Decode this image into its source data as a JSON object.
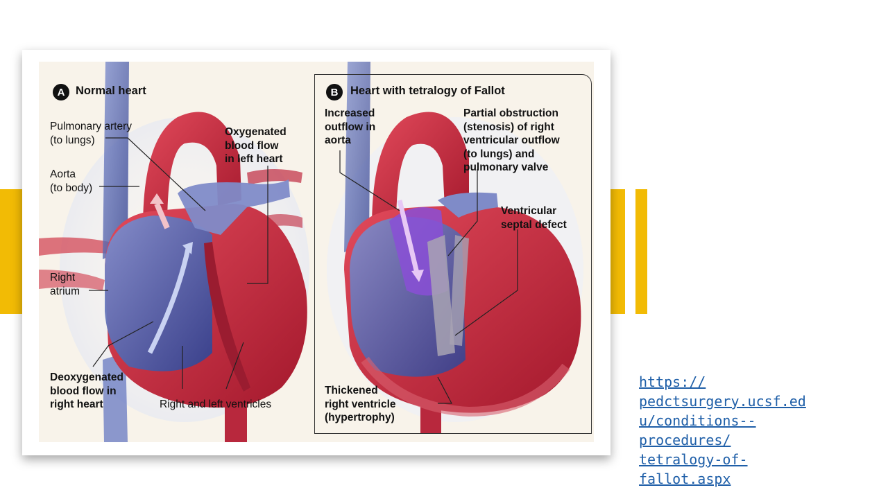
{
  "colors": {
    "accent": "#f2bb05",
    "link": "#1f5fa8",
    "oxygenated": "#c8263b",
    "deoxygenated": "#3f4fa8"
  },
  "panel_a": {
    "badge": "A",
    "title": "Normal heart",
    "labels": {
      "pulmonary_artery": [
        "Pulmonary artery",
        "(to lungs)"
      ],
      "aorta": [
        "Aorta",
        "(to body)"
      ],
      "oxygenated": [
        "Oxygenated",
        "blood flow",
        "in left heart"
      ],
      "right_atrium": [
        "Right",
        "atrium"
      ],
      "deoxygenated": [
        "Deoxygenated",
        "blood flow in",
        "right heart"
      ],
      "ventricles": "Right and left ventricles"
    }
  },
  "panel_b": {
    "badge": "B",
    "title": "Heart with tetralogy of Fallot",
    "labels": {
      "increased_outflow": [
        "Increased",
        "outflow in",
        "aorta"
      ],
      "partial_obstruction": [
        "Partial obstruction",
        "(stenosis) of right",
        "ventricular outflow",
        "(to lungs) and",
        "pulmonary valve"
      ],
      "vsd": [
        "Ventricular",
        "septal defect"
      ],
      "thickened_rv": [
        "Thickened",
        "right ventricle",
        "(hypertrophy)"
      ]
    }
  },
  "source_link": {
    "lines": [
      "https://",
      "pedctsurgery.ucsf.ed",
      "u/conditions--",
      "procedures/",
      "tetralogy-of-",
      "fallot.aspx"
    ]
  }
}
